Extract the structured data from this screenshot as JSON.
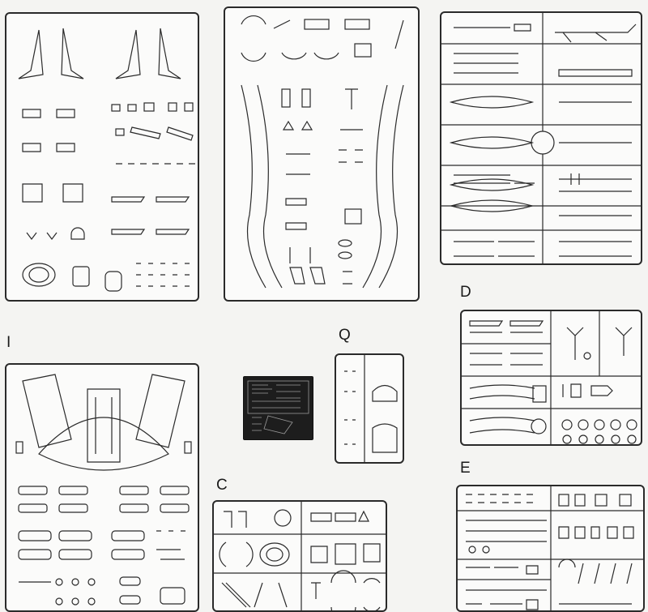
{
  "sprues": {
    "d": {
      "letter": "D"
    },
    "i": {
      "letter": "I"
    },
    "q": {
      "letter": "Q"
    },
    "c": {
      "letter": "C"
    },
    "e": {
      "letter": "E"
    }
  },
  "colors": {
    "outline": "#2a2a2a",
    "paper": "#fbfbfa",
    "photo_etch": "#1d1d1d"
  }
}
